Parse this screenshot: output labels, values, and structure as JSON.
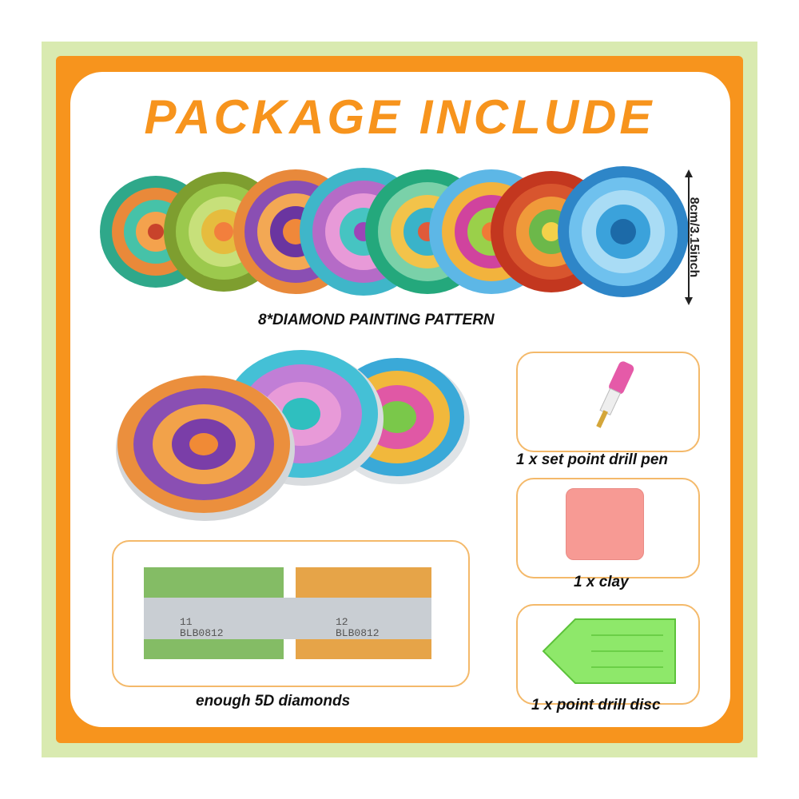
{
  "header": {
    "title": "PACKAGE INCLUDE"
  },
  "patterns": {
    "caption": "8*DIAMOND PAINTING PATTERN",
    "size_label": "8cm/3.15inch",
    "colors": [
      "#e9893a",
      "#9cc94d",
      "#8a4fb3",
      "#44c0d6",
      "#7ad1a9",
      "#f2b33d",
      "#d8552e",
      "#3b9fd9"
    ]
  },
  "items": {
    "pen": {
      "caption": "1 x set point drill pen"
    },
    "clay": {
      "caption": "1 x clay"
    },
    "disc": {
      "caption": "1 x point drill disc"
    },
    "diamonds": {
      "caption": "enough 5D diamonds",
      "bag_left_label": "11\nBLB0812",
      "bag_right_label": "12\nBLB0812"
    }
  },
  "colors": {
    "accent": "#f7941d",
    "frame_green": "#d9eab0",
    "clay": "#f79a94",
    "tray": "#8ee86a"
  }
}
